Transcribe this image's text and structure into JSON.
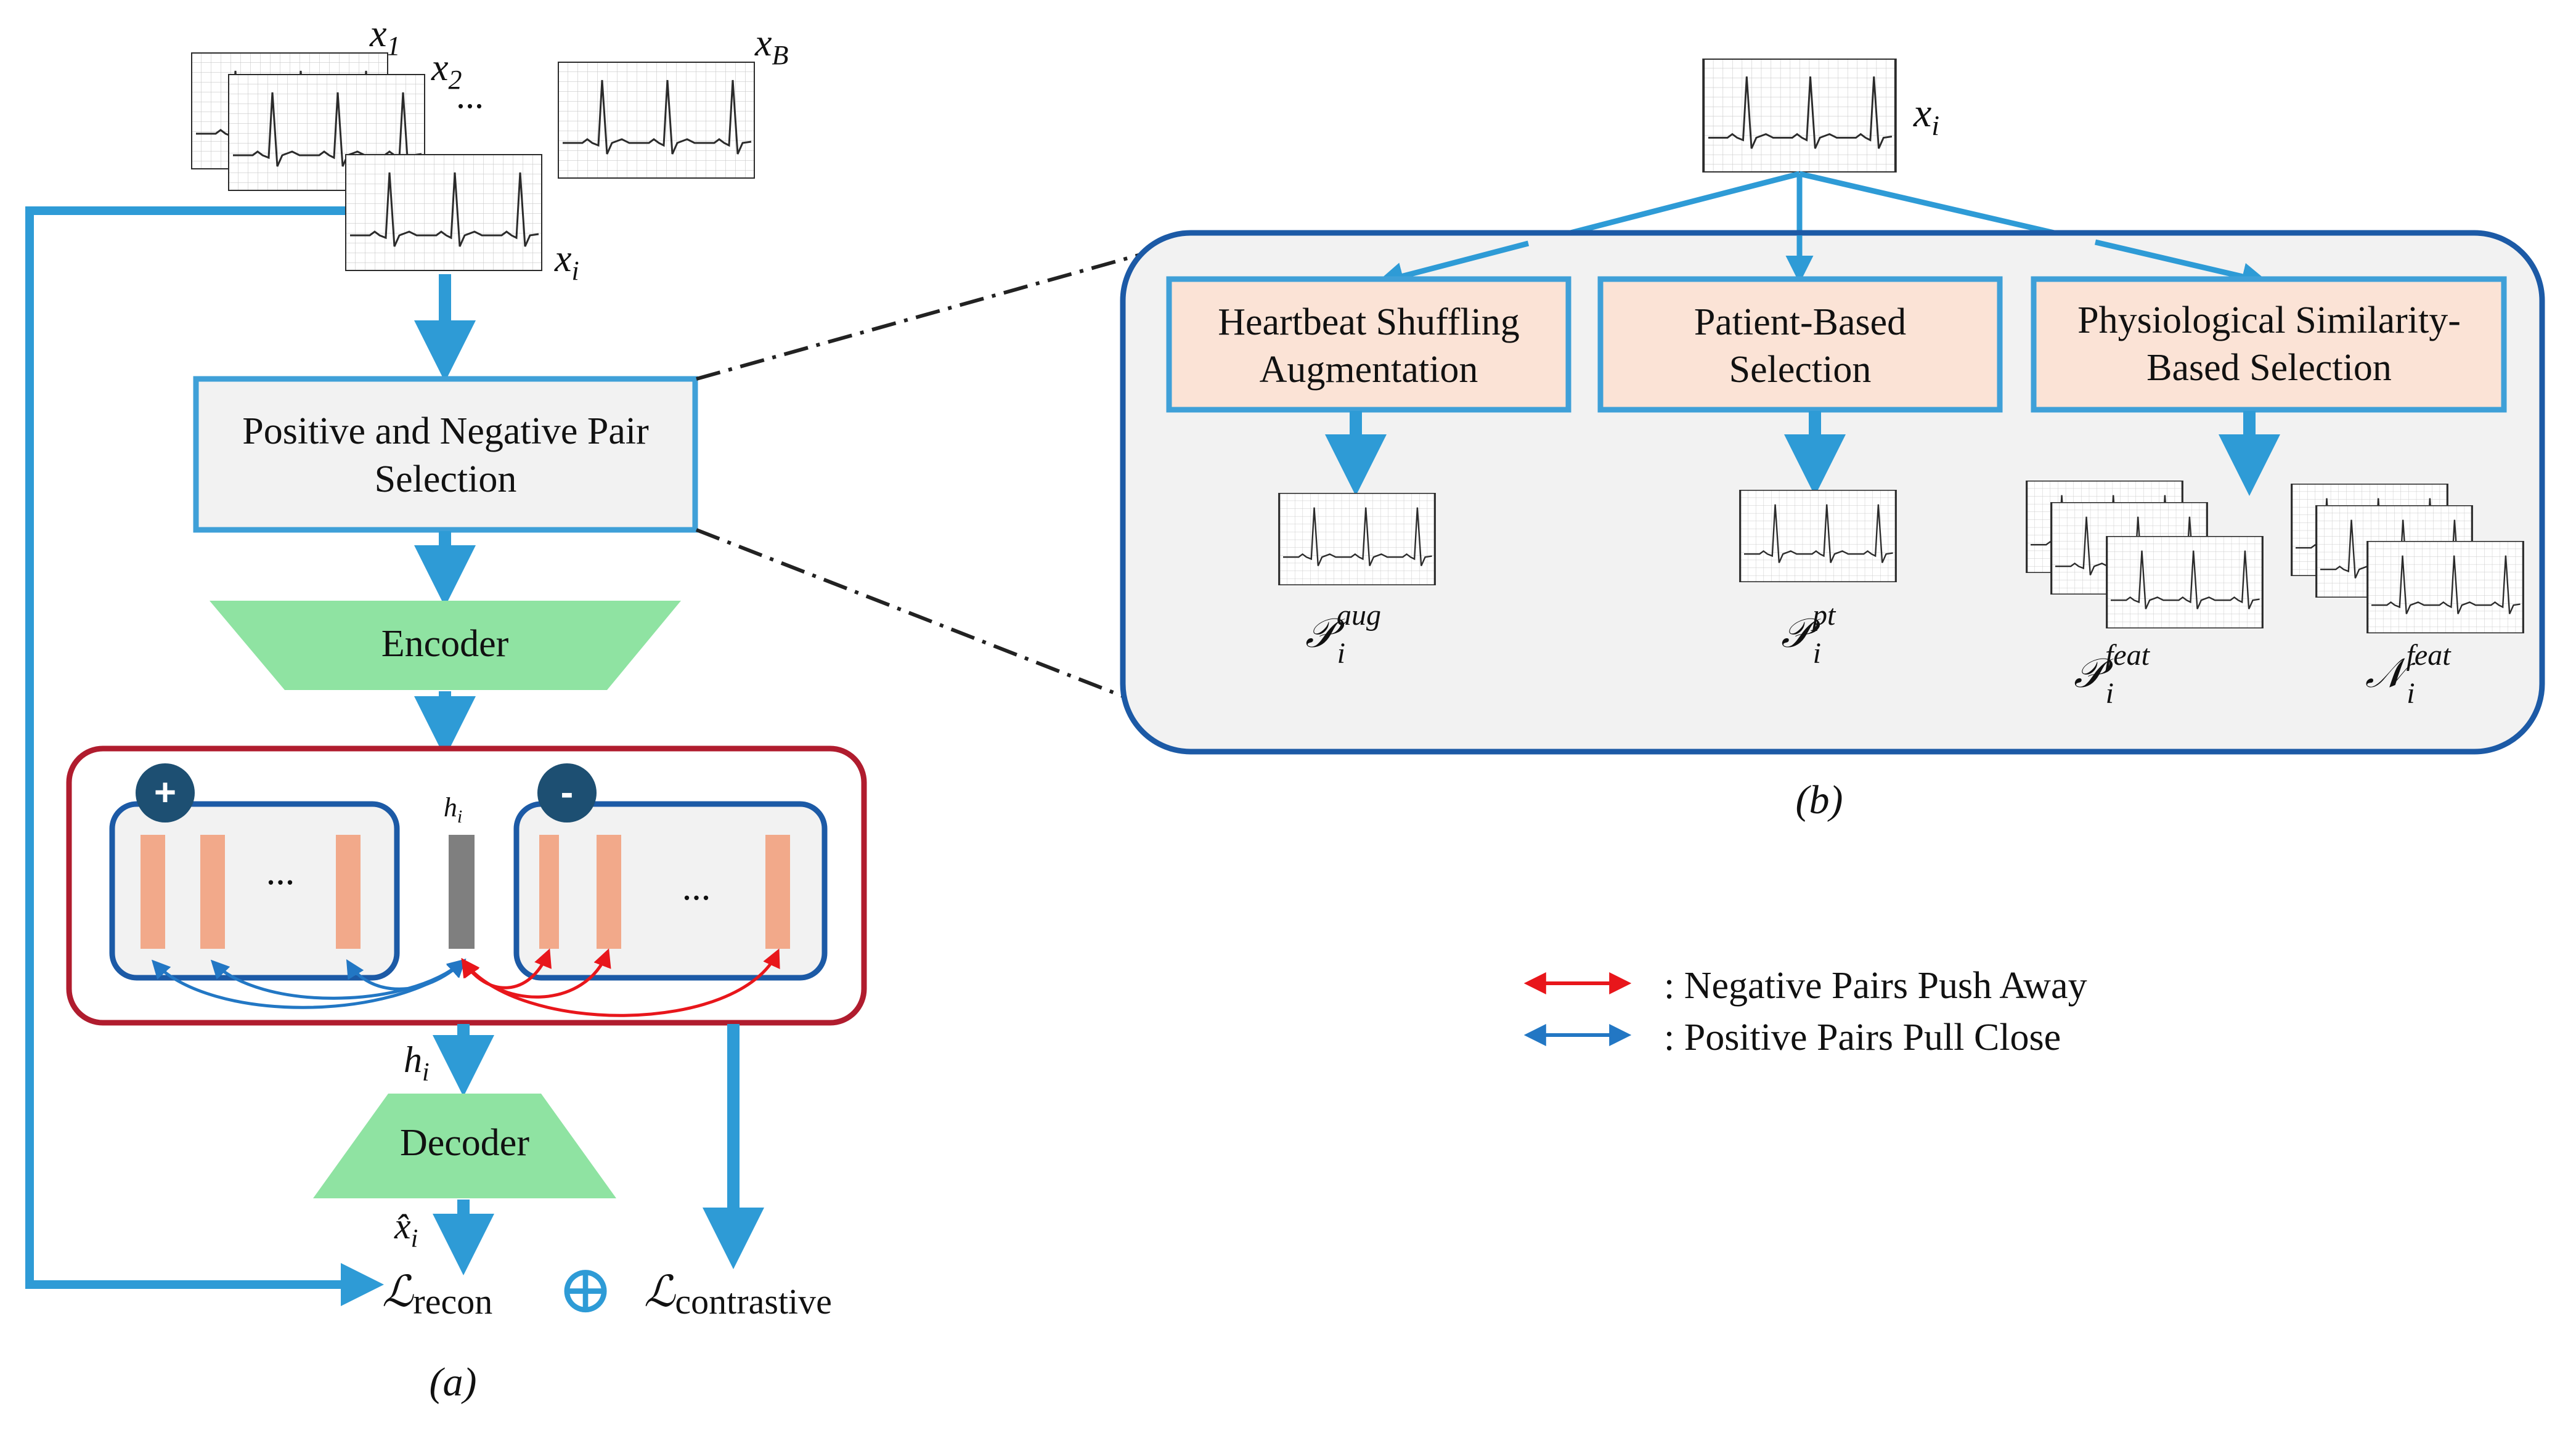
{
  "colors": {
    "flow_blue": "#2e9bd6",
    "box_border": "#3fa0d8",
    "panel_border": "#1c5aa6",
    "panel_fill": "#f2f2f2",
    "selection_fill": "#fbe3d6",
    "encoder_green": "#8fe3a2",
    "latent_border": "#b01c2e",
    "bar_orange": "#f2a98a",
    "bar_gray": "#7f7f7f",
    "badge_fill": "#1d4f72",
    "push_red": "#e8161b",
    "pull_blue": "#2277c4"
  },
  "panel_a": {
    "inputs": {
      "x1": {
        "base": "x",
        "sub": "1"
      },
      "x2": {
        "base": "x",
        "sub": "2"
      },
      "dots": "...",
      "xB": {
        "base": "x",
        "sub": "B"
      },
      "xi": {
        "base": "x",
        "sub": "i"
      }
    },
    "pair_selection": {
      "line1": "Positive and Negative Pair",
      "line2": "Selection"
    },
    "encoder": "Encoder",
    "latent": {
      "plus_badge": "+",
      "minus_badge": "-",
      "dots_positive": "...",
      "dots_negative": "...",
      "hi_label": {
        "base": "h",
        "sub": "i"
      }
    },
    "hi_output": {
      "base": "h",
      "sub": "i"
    },
    "decoder": "Decoder",
    "xhat": {
      "base": "x̂",
      "sub": "i"
    },
    "loss_recon": {
      "base": "ℒ",
      "sub": "recon"
    },
    "combine_symbol": "⊕",
    "loss_contrastive": {
      "base": "ℒ",
      "sub": "contrastive"
    },
    "caption": "(a)"
  },
  "panel_b": {
    "input": {
      "base": "x",
      "sub": "i"
    },
    "methods": [
      {
        "line1": "Heartbeat Shuffling",
        "line2": "Augmentation"
      },
      {
        "line1": "Patient-Based",
        "line2": "Selection"
      },
      {
        "line1": "Physiological Similarity-",
        "line2": "Based Selection"
      }
    ],
    "outputs": {
      "p_aug": {
        "base": "𝒫",
        "sub": "i",
        "sup": "aug"
      },
      "p_pt": {
        "base": "𝒫",
        "sub": "i",
        "sup": "pt"
      },
      "p_feat": {
        "base": "𝒫",
        "sub": "i",
        "sup": "feat"
      },
      "n_feat": {
        "base": "𝒩",
        "sub": "i",
        "sup": "feat"
      }
    },
    "caption": "(b)"
  },
  "legend": [
    {
      "text": ": Negative Pairs Push Away",
      "color": "#e8161b"
    },
    {
      "text": ": Positive Pairs Pull Close",
      "color": "#2277c4"
    }
  ]
}
